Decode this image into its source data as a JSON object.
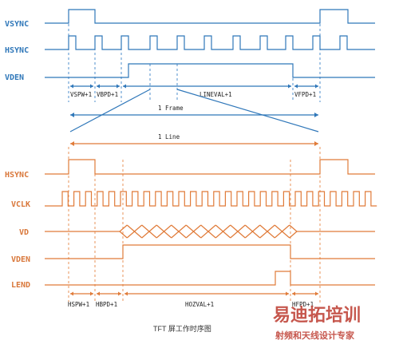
{
  "top_signals": [
    "VSYNC",
    "HSYNC",
    "VDEN"
  ],
  "top_annotations": {
    "vspw": "VSPW+1",
    "vbpd": "VBPD+1",
    "lineval": "LINEVAL+1",
    "vfpd": "VFPD+1",
    "frame": "1 Frame"
  },
  "bottom_signals": [
    "HSYNC",
    "VCLK",
    "VD",
    "VDEN",
    "LEND"
  ],
  "bottom_annotations": {
    "line": "1 Line",
    "hspw": "HSPW+1",
    "hbpd": "HBPD+1",
    "hozval": "HOZVAL+1",
    "hfpd": "HFPD+1"
  },
  "caption": "TFT 屏工作时序图",
  "watermark": {
    "line1": "易迪拓培训",
    "line2": "射频和天线设计专家"
  },
  "colors": {
    "top": "#2f77b9",
    "bottom": "#e07b39",
    "watermark": "#c0453a"
  }
}
